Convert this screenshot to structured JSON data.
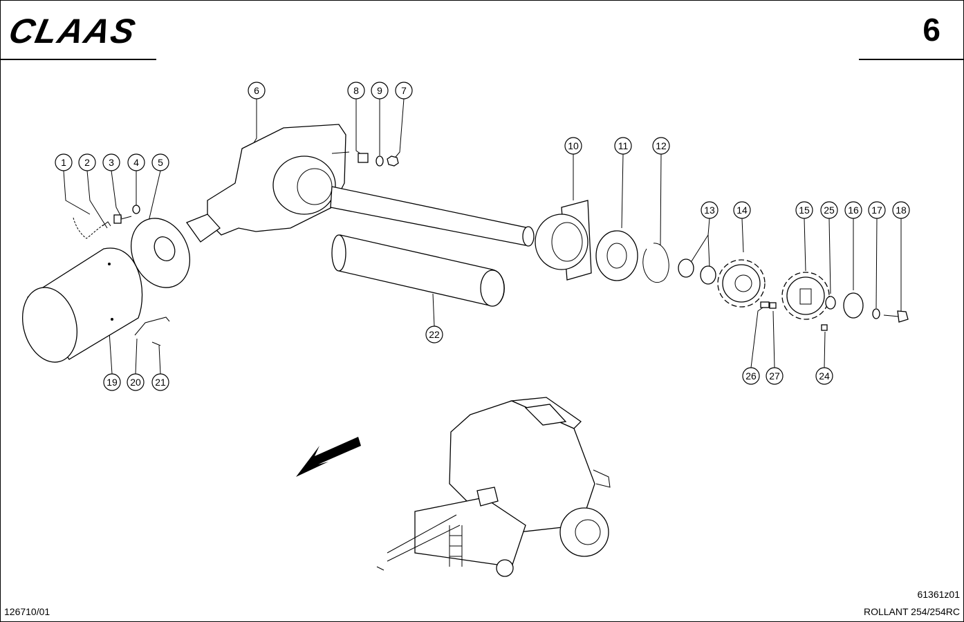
{
  "header": {
    "brand": "CLAAS",
    "page_number": "6"
  },
  "footer": {
    "doc_number": "126710/01",
    "drawing_code": "61361z01",
    "model": "ROLLANT 254/254RC"
  },
  "callouts": [
    "1",
    "2",
    "3",
    "4",
    "5",
    "6",
    "7",
    "8",
    "9",
    "10",
    "11",
    "12",
    "13",
    "14",
    "15",
    "16",
    "17",
    "18",
    "19",
    "20",
    "21",
    "22",
    "24",
    "25",
    "26",
    "27"
  ]
}
